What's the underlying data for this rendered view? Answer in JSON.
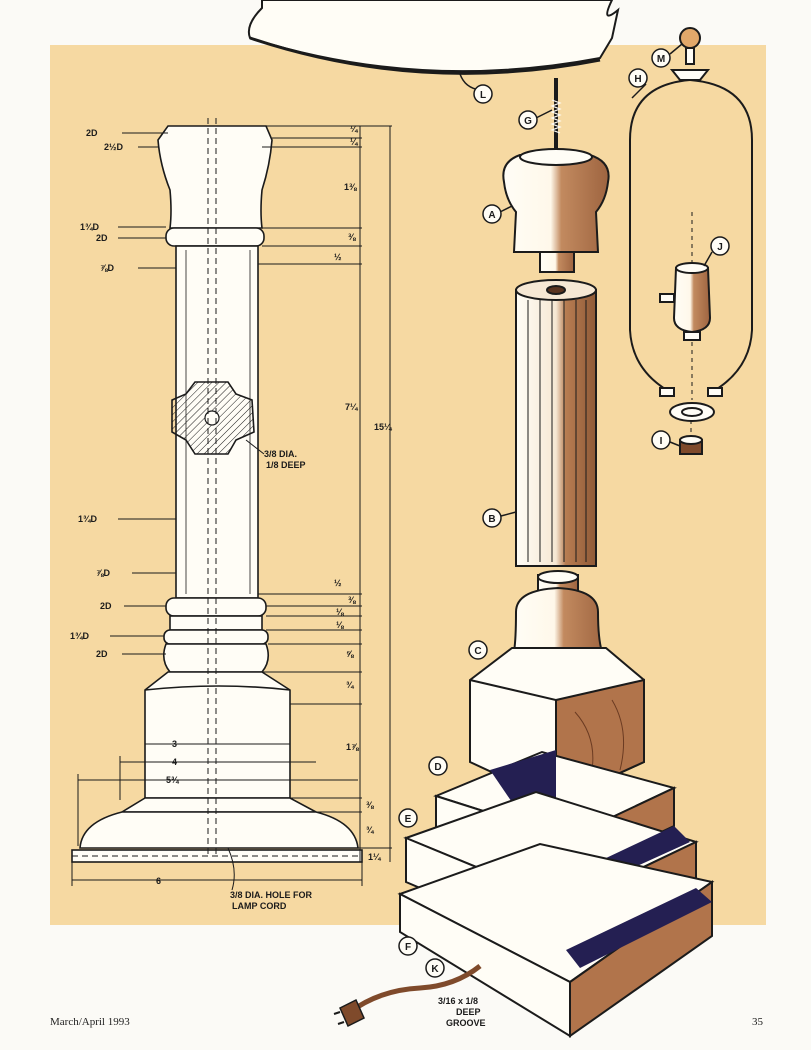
{
  "colors": {
    "paper": "#fbfaf6",
    "panel": "#f6d9a2",
    "wood": "#b1744b",
    "wood_dark": "#7f4a2b",
    "ink": "#1b1b1b",
    "navy": "#241f52"
  },
  "footer": {
    "left": "March/April 1993",
    "right": "35"
  },
  "dimensions_left": [
    "2D",
    "2½D",
    "1¾D",
    "2D",
    "⅞D",
    "1¾D",
    "⅞D",
    "2D",
    "1¾D",
    "2D"
  ],
  "dimensions_right": [
    "¼",
    "¼",
    "1⅜",
    "⅜",
    "½",
    "7¼",
    "15¼",
    "½",
    "⅜",
    "⅛",
    "⅛",
    "⅝",
    "¾",
    "1⅞",
    "⅜",
    "¾",
    "1¼"
  ],
  "dimensions_base": [
    "3",
    "4",
    "5¾",
    "6"
  ],
  "notes": {
    "hole_note_1": "3/8 DIA.",
    "hole_note_2": "1/8 DEEP",
    "cord_note_1": "3/8 DIA. HOLE FOR",
    "cord_note_2": "LAMP CORD",
    "groove_note_1": "3/16 x 1/8",
    "groove_note_2": "DEEP",
    "groove_note_3": "GROOVE"
  },
  "callouts": [
    "L",
    "G",
    "A",
    "B",
    "C",
    "D",
    "E",
    "F",
    "K",
    "H",
    "M",
    "J",
    "I"
  ]
}
